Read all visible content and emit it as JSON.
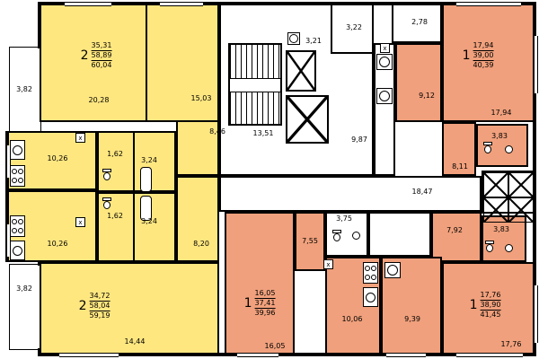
{
  "plan": {
    "colors": {
      "apartment_yellow": "#ffe780",
      "apartment_salmon": "#f0a07c",
      "walls": "#000000",
      "background": "#ffffff"
    },
    "stamps": [
      {
        "rooms": "2",
        "living": "35,31",
        "area": "58,89",
        "total": "60,04"
      },
      {
        "rooms": "2",
        "living": "34,72",
        "area": "58,04",
        "total": "59,19"
      },
      {
        "rooms": "1",
        "living": "17,94",
        "area": "39,00",
        "total": "40,39"
      },
      {
        "rooms": "1",
        "living": "16,05",
        "area": "37,41",
        "total": "39,96"
      },
      {
        "rooms": "1",
        "living": "17,76",
        "area": "38,90",
        "total": "41,45"
      }
    ],
    "labels": {
      "balcony_tl": "3,82",
      "living_tl": "20,28",
      "bedroom_tl": "15,03",
      "hall_tl": "8,46",
      "kitchen_tl": "10,26",
      "wc_tl": "1,62",
      "bath_tl": "3,24",
      "wc_ml": "1,62",
      "bath_ml": "3,24",
      "kitchen_bl": "10,26",
      "hall_bl": "8,20",
      "living_bl": "14,44",
      "balcony_bl": "3,82",
      "stairs": "13,51",
      "lift_lobby": "3,21",
      "shaft_a": "3,22",
      "shaft_b": "2,78",
      "lobby": "9,87",
      "corridor": "18,47",
      "kitchen_tr": "9,12",
      "living_tr": "17,94",
      "bath_tr": "3,83",
      "hall_tr": "8,11",
      "hall_br": "7,92",
      "bath_br": "3,83",
      "living_br": "17,76",
      "bath_bm": "3,75",
      "hall_bm": "7,55",
      "kitchen_bm": "10,06",
      "kitchen_br": "9,39",
      "living_bm": "16,05",
      "vent": "x"
    }
  }
}
